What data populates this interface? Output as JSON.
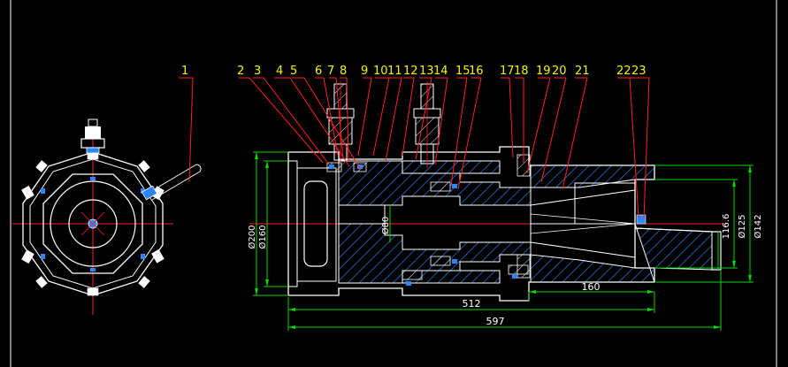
{
  "drawing": {
    "part_labels": [
      "1",
      "2",
      "3",
      "4",
      "5",
      "6",
      "7",
      "8",
      "9",
      "10",
      "11",
      "12",
      "13",
      "14",
      "15",
      "16",
      "17",
      "18",
      "19",
      "20",
      "21",
      "22",
      "23"
    ],
    "dimensions": {
      "overall_length": "597",
      "body_length": "512",
      "taper_length": "160",
      "outer_diameter": "Ø200",
      "inner_diameter": "Ø160",
      "bore_diameter": "Ø80",
      "tip_diameter": "116.6",
      "flange_diameter_a": "Ø125",
      "flange_diameter_b": "Ø142"
    },
    "colors": {
      "background": "#000000",
      "outline": "#ffffff",
      "hatch": "#2b86ff",
      "leader": "#ff2020",
      "label": "#f5f500",
      "dimension": "#00d800",
      "frame": "#ffffff"
    }
  }
}
